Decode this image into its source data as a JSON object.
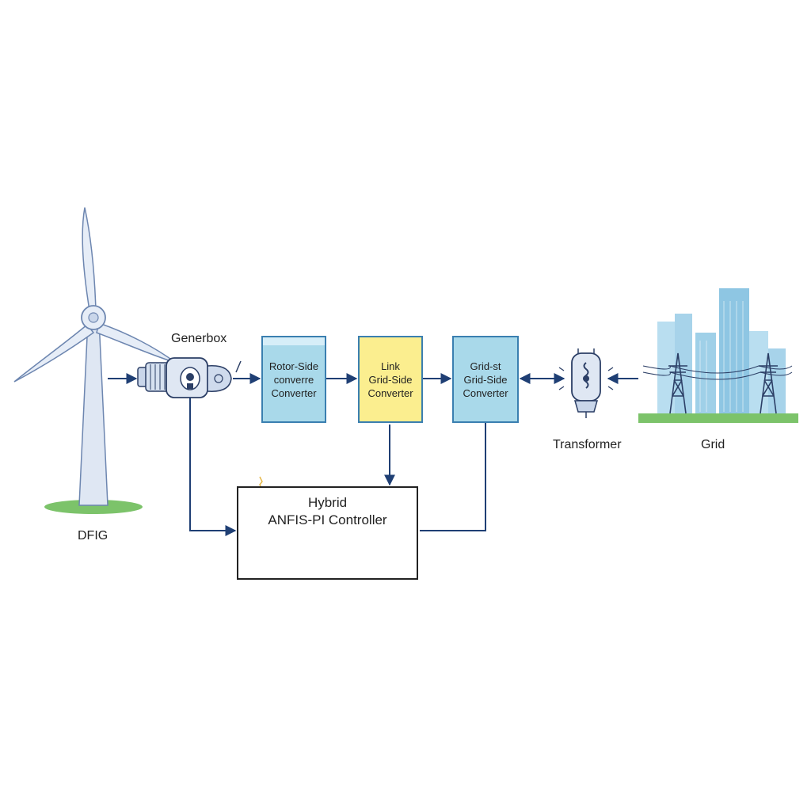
{
  "labels": {
    "dfig": "DFIG",
    "gearbox": "Generbox",
    "transformer": "Transformer",
    "grid": "Grid"
  },
  "blocks": {
    "rotor_side": {
      "lines": [
        "Rotor-Side",
        "converre",
        "Converter"
      ]
    },
    "link": {
      "lines": [
        "Link",
        "Grid-Side",
        "Converter"
      ]
    },
    "grid_side": {
      "lines": [
        "Grid-st",
        "Grid-Side",
        "Converter"
      ]
    }
  },
  "controller": {
    "title_line1": "Hybrid",
    "title_line2": "ANFIS-PI Controller"
  },
  "colors": {
    "wire": "#1f3f74",
    "converter_blue": "#a9d9ea",
    "link_yellow": "#fbee8f",
    "anfis_orange": "#f4a24a",
    "pi_green": "#7dbf7a",
    "city_blue": "#9fd0e8",
    "turbine": "#c9d6ea",
    "ground_green": "#7cc36a"
  },
  "icons": {
    "turbine": "wind-turbine-icon",
    "generator": "generator-icon",
    "transformer": "transformer-icon",
    "grid": "city-grid-icon",
    "pylon": "transmission-tower-icon"
  }
}
